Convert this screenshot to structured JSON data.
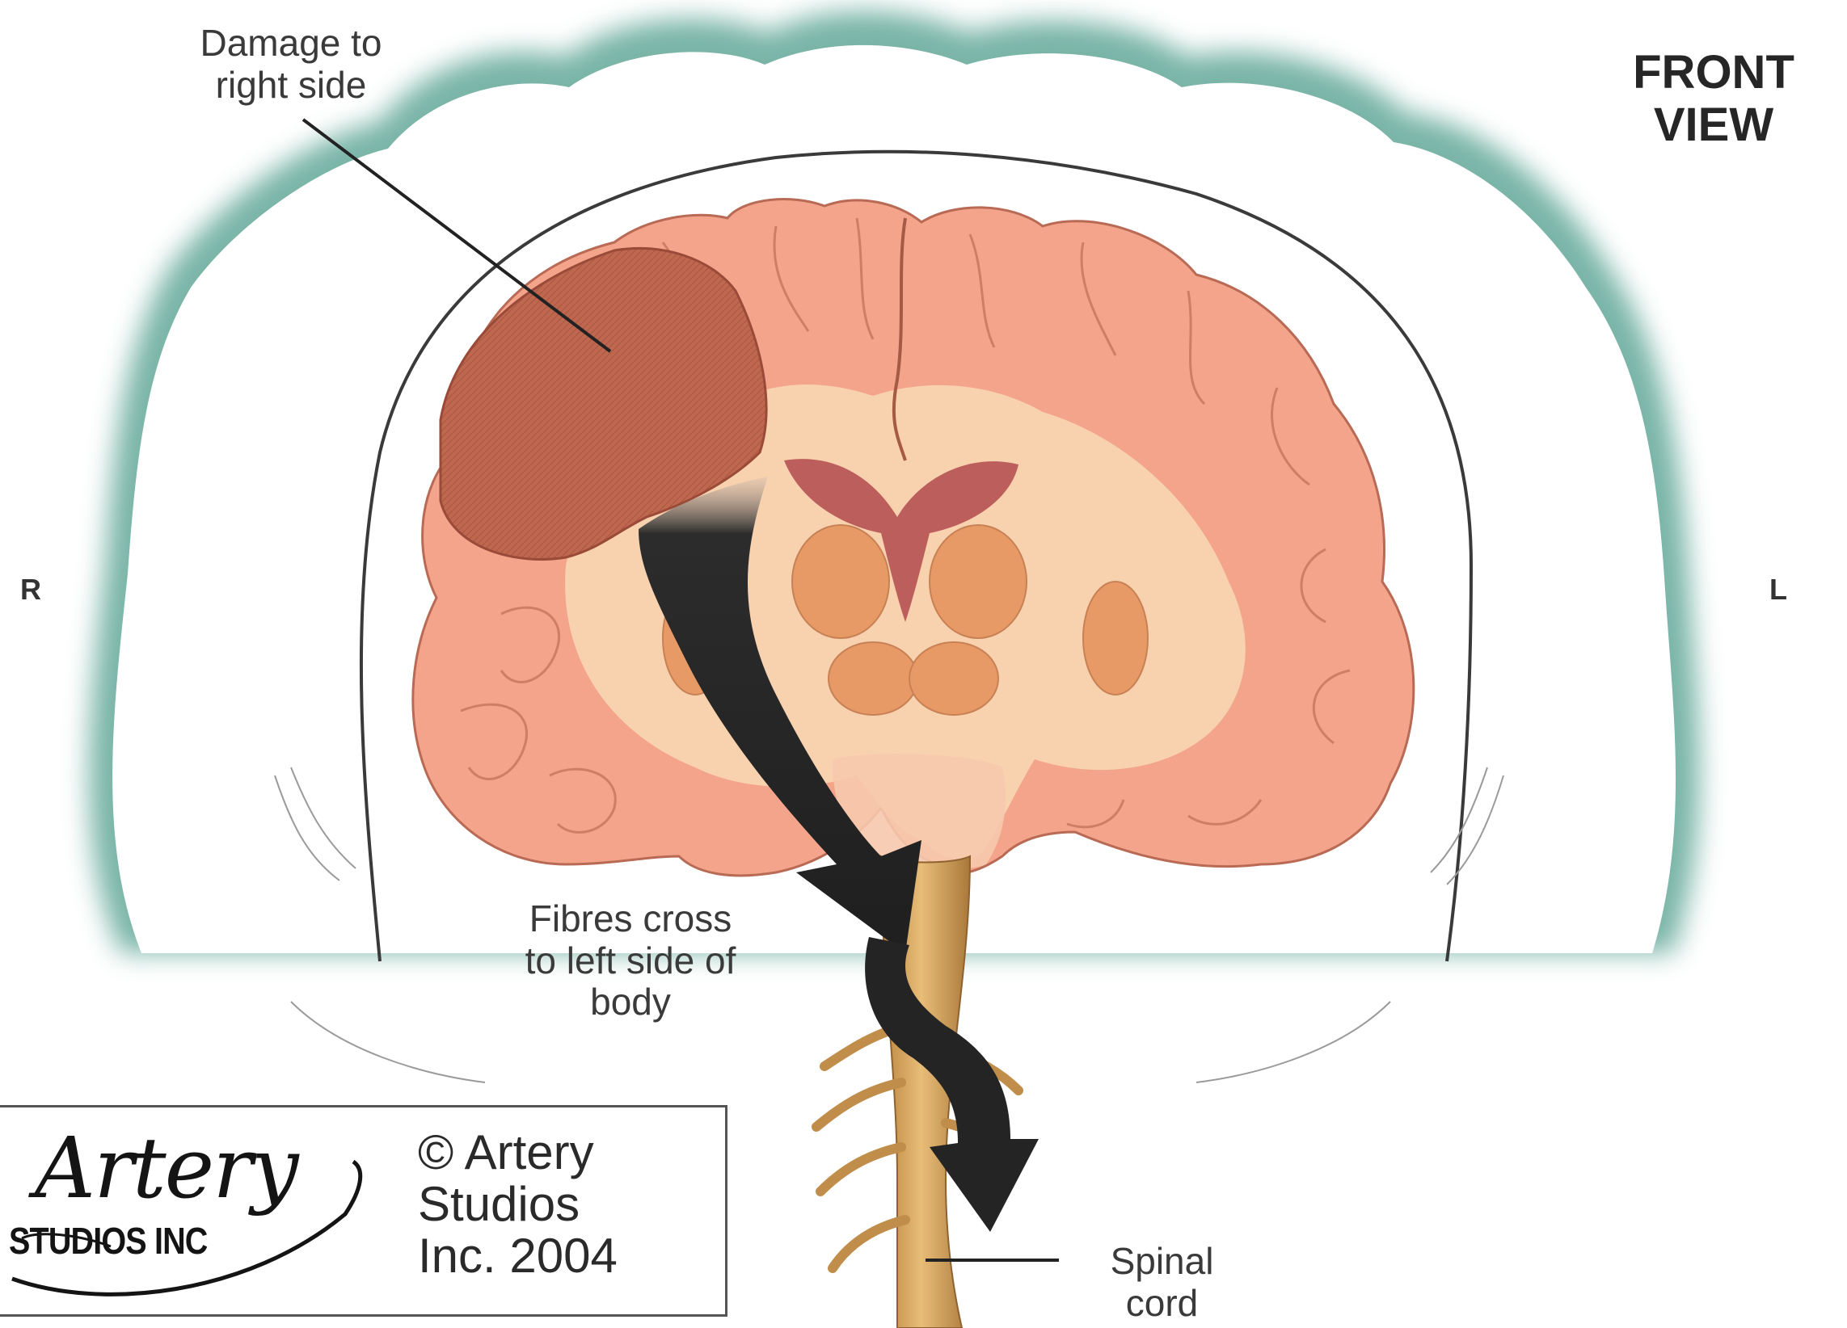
{
  "labels": {
    "damage": "Damage to\nright side",
    "view": "FRONT\nVIEW",
    "right": "R",
    "left": "L",
    "fibres": "Fibres cross\nto left side of\nbody",
    "spinal": "Spinal\ncord"
  },
  "logo": {
    "script": "Artery",
    "sub": "STUDIOS INC"
  },
  "copyright": "© Artery\nStudios\nInc. 2004",
  "colors": {
    "head_glow": "#4e9c8a",
    "brain_fill": "#f3a48a",
    "brain_white_matter": "#f8d6b3",
    "damage_fill": "#c0684f",
    "arrow": "#262626",
    "spinal_cord": "#d8a45c"
  }
}
